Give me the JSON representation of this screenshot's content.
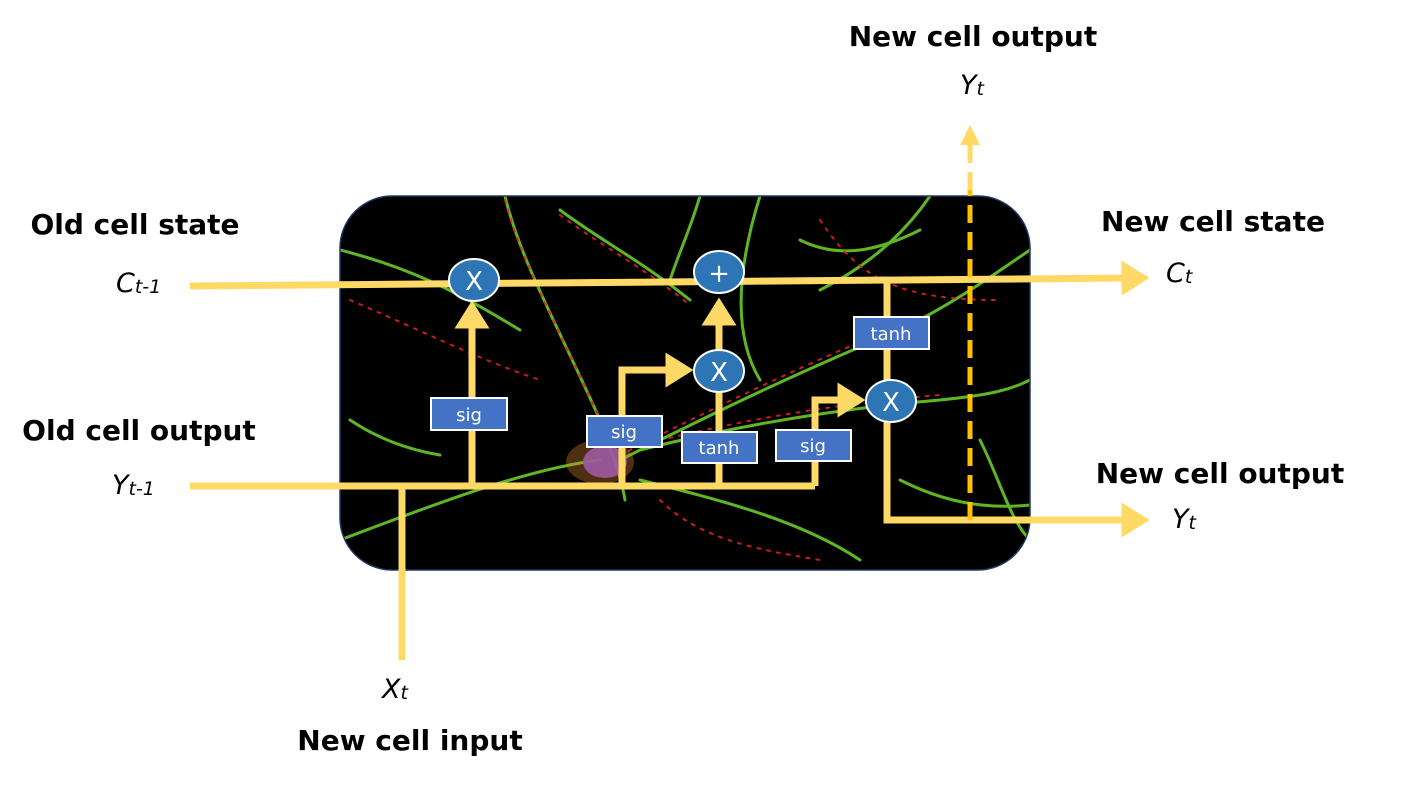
{
  "labels": {
    "old_cell_state": "Old cell state",
    "old_cell_output": "Old cell output",
    "new_cell_state": "New cell state",
    "new_cell_output_right": "New cell output",
    "new_cell_output_top": "New cell output",
    "new_cell_input": "New cell input"
  },
  "variables": {
    "c_prev": {
      "base": "C",
      "sub": "t-1"
    },
    "y_prev": {
      "base": "Y",
      "sub": "t-1"
    },
    "c_new": {
      "base": "C",
      "sub": "t"
    },
    "y_new_right": {
      "base": "Y",
      "sub": "t"
    },
    "y_new_top": {
      "base": "Y",
      "sub": "t"
    },
    "x_in": {
      "base": "X",
      "sub": "t"
    }
  },
  "gates": {
    "forget": "sig",
    "input": "sig",
    "candidate": "tanh",
    "output": "sig",
    "state_tanh": "tanh"
  },
  "operators": {
    "forget_mult": "X",
    "state_add": "+",
    "input_mult": "X",
    "output_mult": "X"
  },
  "colors": {
    "flow": "#ffd966",
    "dashed": "#ffc000",
    "gate_fill": "#4472c4",
    "operator_fill": "#2e75b6",
    "cell_border": "#1f3864"
  }
}
